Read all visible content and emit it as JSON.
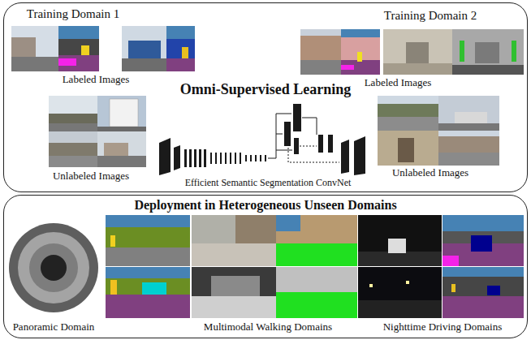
{
  "diagram": {
    "nodes": [
      {
        "text": [
          "Omni-Supervised Learning"
        ]
      },
      {
        "text": [
          "Deployment in Heterogeneous Unseen Domains"
        ]
      }
    ],
    "labels": [
      "Training Domain 1",
      "Labeled Images",
      "Training Domain 2",
      "Labeled Images",
      "Unlabeled Images",
      "Efficient Semantic Segmentation ConvNet",
      "Unlabeled Images",
      "Panoramic Domain",
      "Multimodal Walking Domains",
      "Nighttime Driving Domains"
    ]
  }
}
